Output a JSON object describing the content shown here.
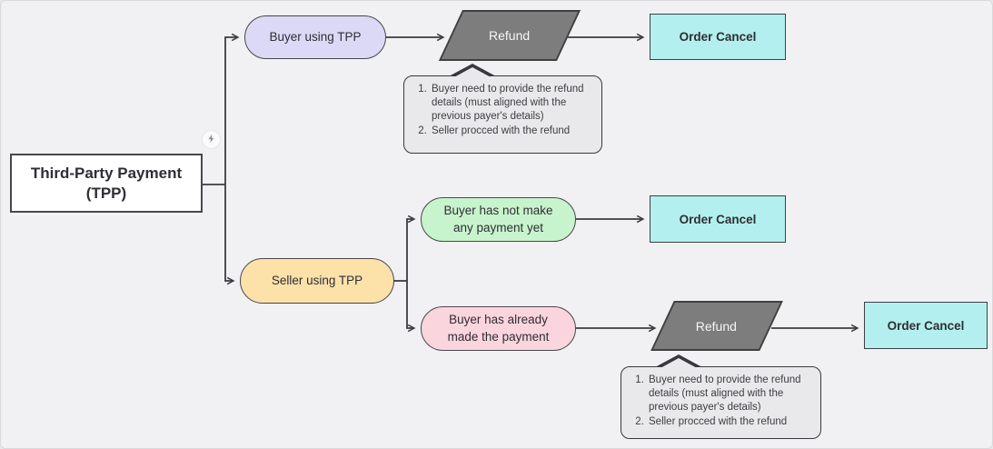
{
  "colors": {
    "background": "#f1f1f4",
    "root_fill": "#ffffff",
    "buyer_fill": "#dbd9f6",
    "seller_fill": "#fce1a9",
    "no_payment_fill": "#c8f4cd",
    "paid_fill": "#fbd5dd",
    "refund_fill": "#7d7d7d",
    "order_cancel_fill": "#b4efef",
    "note_fill": "#e9e9eb",
    "edge": "#3c3c40"
  },
  "nodes": {
    "root": {
      "line1": "Third-Party Payment",
      "line2": "(TPP)"
    },
    "buyer": {
      "label": "Buyer using TPP"
    },
    "seller": {
      "label": "Seller using TPP"
    },
    "refund_top": {
      "label": "Refund"
    },
    "refund_bottom": {
      "label": "Refund"
    },
    "order_cancel_top": {
      "label": "Order Cancel"
    },
    "order_cancel_mid": {
      "label": "Order Cancel"
    },
    "order_cancel_bottom": {
      "label": "Order Cancel"
    },
    "no_payment": {
      "line1": "Buyer has not make",
      "line2": "any payment yet"
    },
    "paid": {
      "line1": "Buyer has already",
      "line2": "made the payment"
    }
  },
  "notes": {
    "top": {
      "items": [
        "Buyer need to provide the refund details (must aligned with the previous payer's details)",
        "Seller procced with the refund"
      ]
    },
    "bottom": {
      "items": [
        "Buyer need to provide the refund details (must aligned with the previous payer's details)",
        "Seller procced with the refund"
      ]
    }
  },
  "icons": {
    "root_badge": "lightning-icon"
  }
}
